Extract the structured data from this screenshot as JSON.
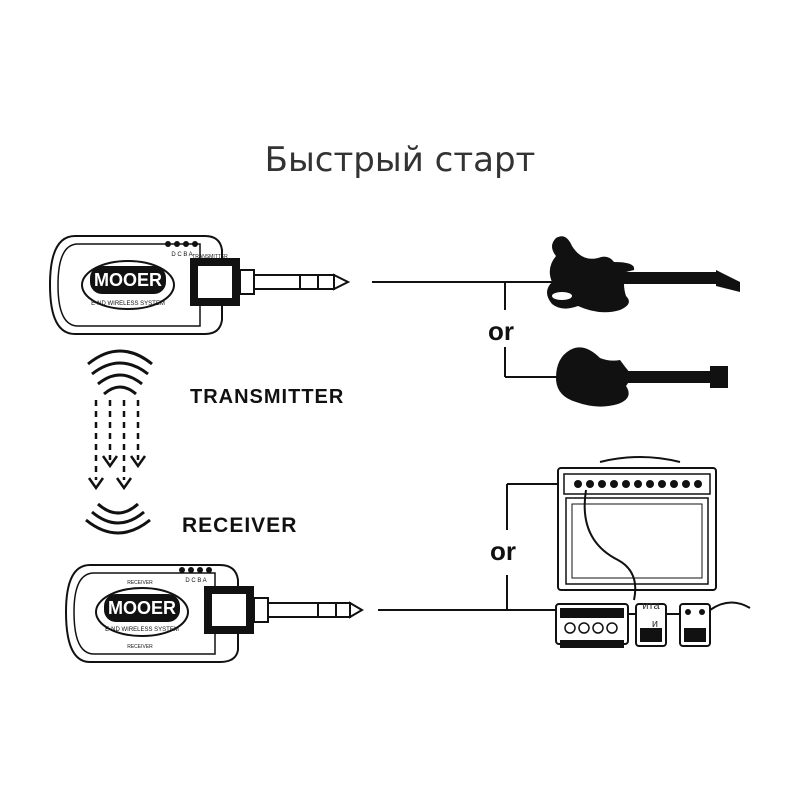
{
  "title": "Быстрый старт",
  "transmitter": {
    "label": "TRANSMITTER",
    "brand": "MOOER",
    "sub": "E-ND WIRELESS SYSTEM",
    "top_text": "TRANSMITTER",
    "leds": "D C B A"
  },
  "receiver": {
    "label": "RECEIVER",
    "brand": "MOOER",
    "sub": "E-ND WIRELESS SYSTEM",
    "top_text": "RECEIVER",
    "bottom_text": "RECEIVER",
    "leds": "D C B A"
  },
  "or_top": "or",
  "or_bottom": "or",
  "stray_text_1": "ита",
  "stray_text_2": "и",
  "colors": {
    "ink": "#111111",
    "title": "#333333"
  }
}
